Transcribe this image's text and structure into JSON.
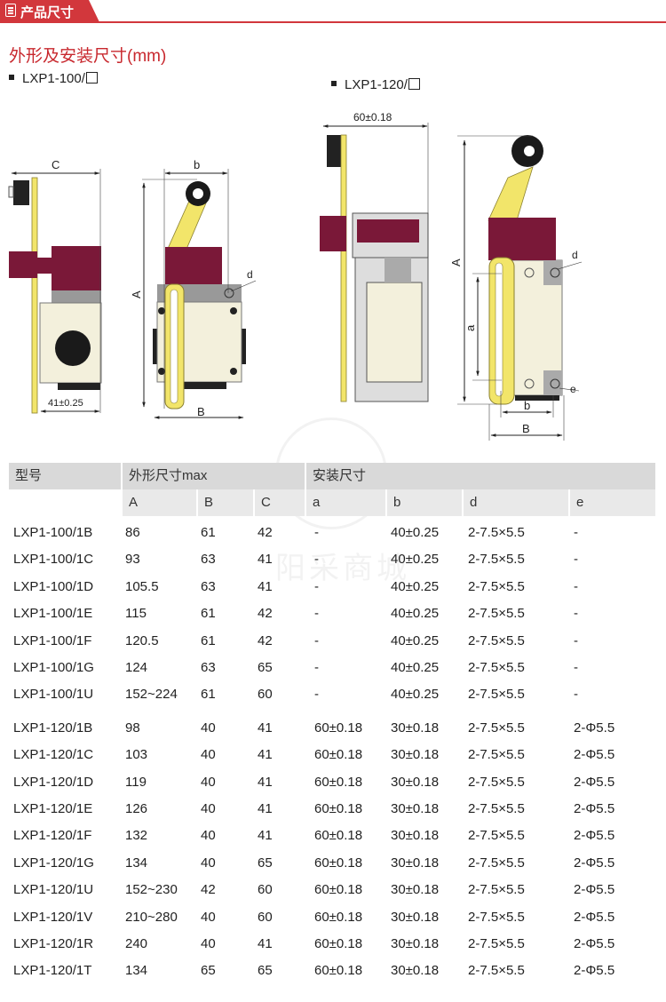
{
  "banner": {
    "label": "产品尺寸",
    "icon": "document-list-icon",
    "color": "#d2373c"
  },
  "section_title": "外形及安装尺寸(mm)",
  "models": {
    "m100": "LXP1-100/",
    "m120": "LXP1-120/"
  },
  "figure_labels": {
    "C": "C",
    "b": "b",
    "d": "d",
    "A": "A",
    "B": "B",
    "dim41": "41±0.25",
    "dim60": "60±0.18",
    "a": "a",
    "e": "e"
  },
  "watermark": "阳采商城",
  "table": {
    "group_headers": {
      "model": "型号",
      "outer": "外形尺寸max",
      "mount": "安装尺寸"
    },
    "columns": [
      "A",
      "B",
      "C",
      "a",
      "b",
      "d",
      "e"
    ],
    "rows": [
      [
        "LXP1-100/1B",
        "86",
        "61",
        "42",
        "-",
        "40±0.25",
        "2-7.5×5.5",
        "-"
      ],
      [
        "LXP1-100/1C",
        "93",
        "63",
        "41",
        "-",
        "40±0.25",
        "2-7.5×5.5",
        "-"
      ],
      [
        "LXP1-100/1D",
        "105.5",
        "63",
        "41",
        "-",
        "40±0.25",
        "2-7.5×5.5",
        "-"
      ],
      [
        "LXP1-100/1E",
        "115",
        "61",
        "42",
        "-",
        "40±0.25",
        "2-7.5×5.5",
        "-"
      ],
      [
        "LXP1-100/1F",
        "120.5",
        "61",
        "42",
        "-",
        "40±0.25",
        "2-7.5×5.5",
        "-"
      ],
      [
        "LXP1-100/1G",
        "124",
        "63",
        "65",
        "-",
        "40±0.25",
        "2-7.5×5.5",
        "-"
      ],
      [
        "LXP1-100/1U",
        "152~224",
        "61",
        "60",
        "-",
        "40±0.25",
        "2-7.5×5.5",
        "-"
      ],
      [
        "LXP1-120/1B",
        "98",
        "40",
        "41",
        "60±0.18",
        "30±0.18",
        "2-7.5×5.5",
        "2-Φ5.5"
      ],
      [
        "LXP1-120/1C",
        "103",
        "40",
        "41",
        "60±0.18",
        "30±0.18",
        "2-7.5×5.5",
        "2-Φ5.5"
      ],
      [
        "LXP1-120/1D",
        "119",
        "40",
        "41",
        "60±0.18",
        "30±0.18",
        "2-7.5×5.5",
        "2-Φ5.5"
      ],
      [
        "LXP1-120/1E",
        "126",
        "40",
        "41",
        "60±0.18",
        "30±0.18",
        "2-7.5×5.5",
        "2-Φ5.5"
      ],
      [
        "LXP1-120/1F",
        "132",
        "40",
        "41",
        "60±0.18",
        "30±0.18",
        "2-7.5×5.5",
        "2-Φ5.5"
      ],
      [
        "LXP1-120/1G",
        "134",
        "40",
        "65",
        "60±0.18",
        "30±0.18",
        "2-7.5×5.5",
        "2-Φ5.5"
      ],
      [
        "LXP1-120/1U",
        "152~230",
        "42",
        "60",
        "60±0.18",
        "30±0.18",
        "2-7.5×5.5",
        "2-Φ5.5"
      ],
      [
        "LXP1-120/1V",
        "210~280",
        "40",
        "60",
        "60±0.18",
        "30±0.18",
        "2-7.5×5.5",
        "2-Φ5.5"
      ],
      [
        "LXP1-120/1R",
        "240",
        "40",
        "41",
        "60±0.18",
        "30±0.18",
        "2-7.5×5.5",
        "2-Φ5.5"
      ],
      [
        "LXP1-120/1T",
        "134",
        "65",
        "65",
        "60±0.18",
        "30±0.18",
        "2-7.5×5.5",
        "2-Φ5.5"
      ]
    ]
  }
}
